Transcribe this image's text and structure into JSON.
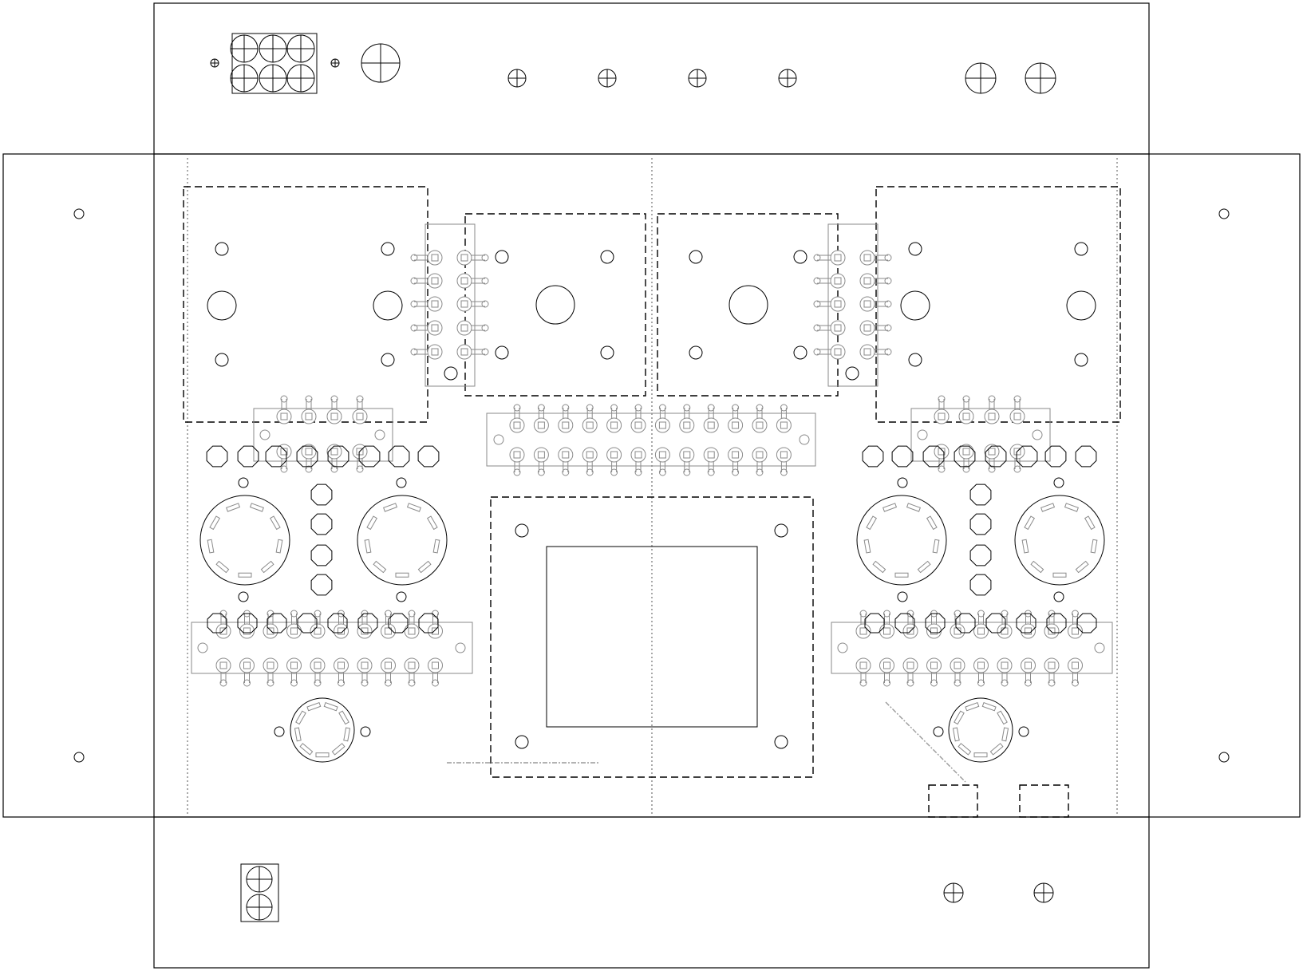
{
  "drawing": {
    "type": "chassis-layout-drawing",
    "colors": {
      "line": "#000000",
      "hidden_line": "#000000",
      "component_outline": "#8a8a8a",
      "background": "#ffffff"
    },
    "views": [
      "top-panel",
      "main-plate",
      "bottom-panel",
      "left-flange",
      "right-flange"
    ],
    "parts": {
      "power_connector": {
        "label": "",
        "icon": "power-inlet-icon"
      },
      "transformers": {
        "count": 4,
        "icon": "transformer-footprint-icon"
      },
      "tube_sockets_large": {
        "count": 4,
        "icon": "tube-socket-9pin-icon"
      },
      "tube_sockets_small": {
        "count": 2,
        "icon": "tube-socket-icon"
      },
      "terminal_strips": {
        "count": 7,
        "icon": "terminal-strip-icon"
      },
      "choke": {
        "count": 1,
        "icon": "choke-footprint-icon"
      }
    }
  }
}
